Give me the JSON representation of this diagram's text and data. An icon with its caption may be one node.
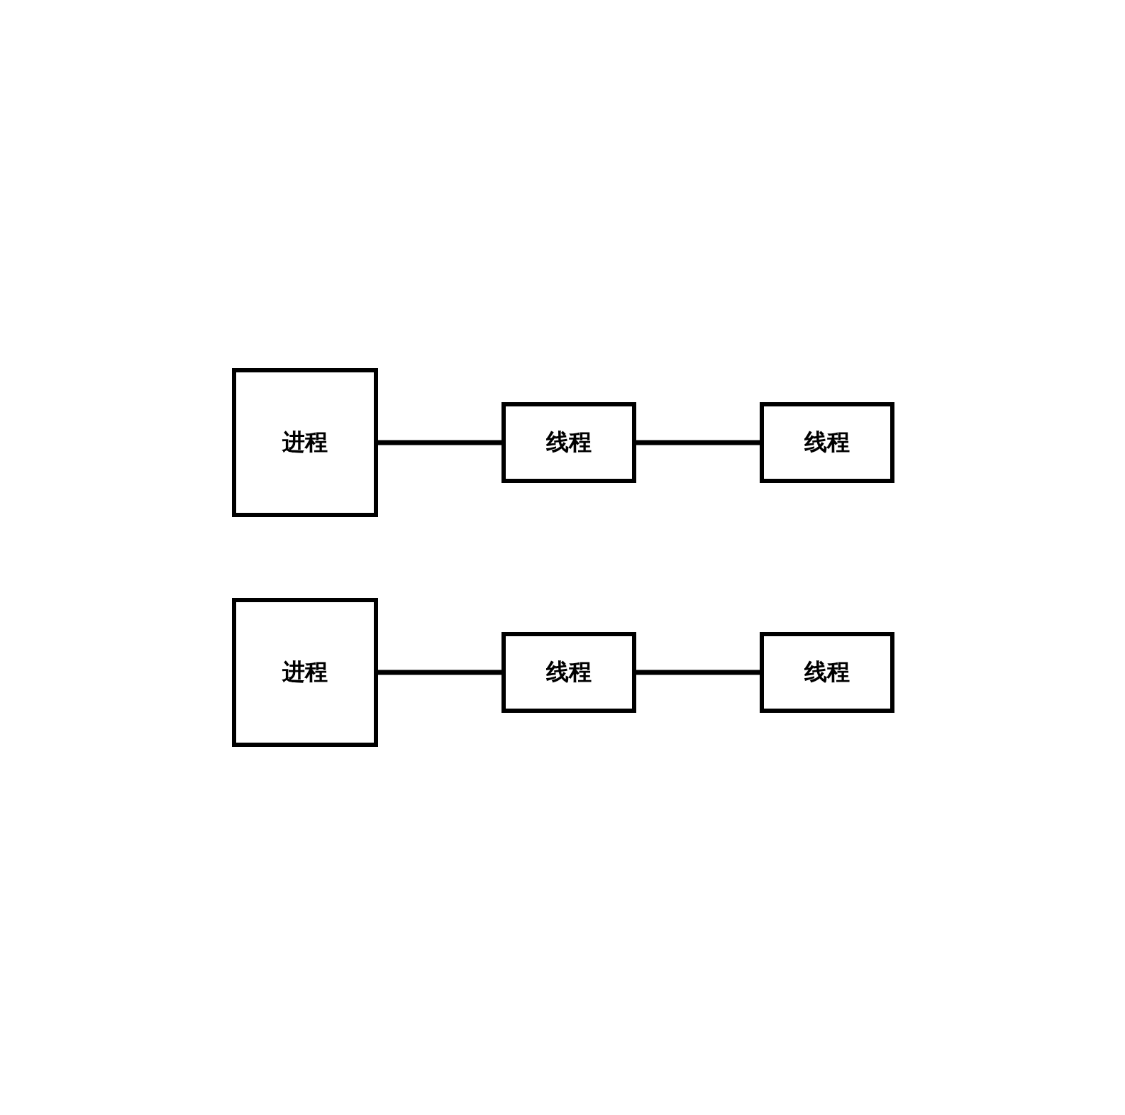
{
  "diagram": {
    "nodes": [
      {
        "text": [
          "进程"
        ]
      },
      {
        "text": [
          "线程"
        ]
      },
      {
        "text": [
          "线程"
        ]
      },
      {
        "text": [
          "进程"
        ]
      },
      {
        "text": [
          "线程"
        ]
      },
      {
        "text": [
          "线程"
        ]
      }
    ],
    "edges": [
      {
        "from": 0,
        "to": 1,
        "arrow": "none"
      },
      {
        "from": 1,
        "to": 2,
        "arrow": "none"
      },
      {
        "from": 3,
        "to": 4,
        "arrow": "none"
      },
      {
        "from": 4,
        "to": 5,
        "arrow": "none"
      }
    ]
  }
}
